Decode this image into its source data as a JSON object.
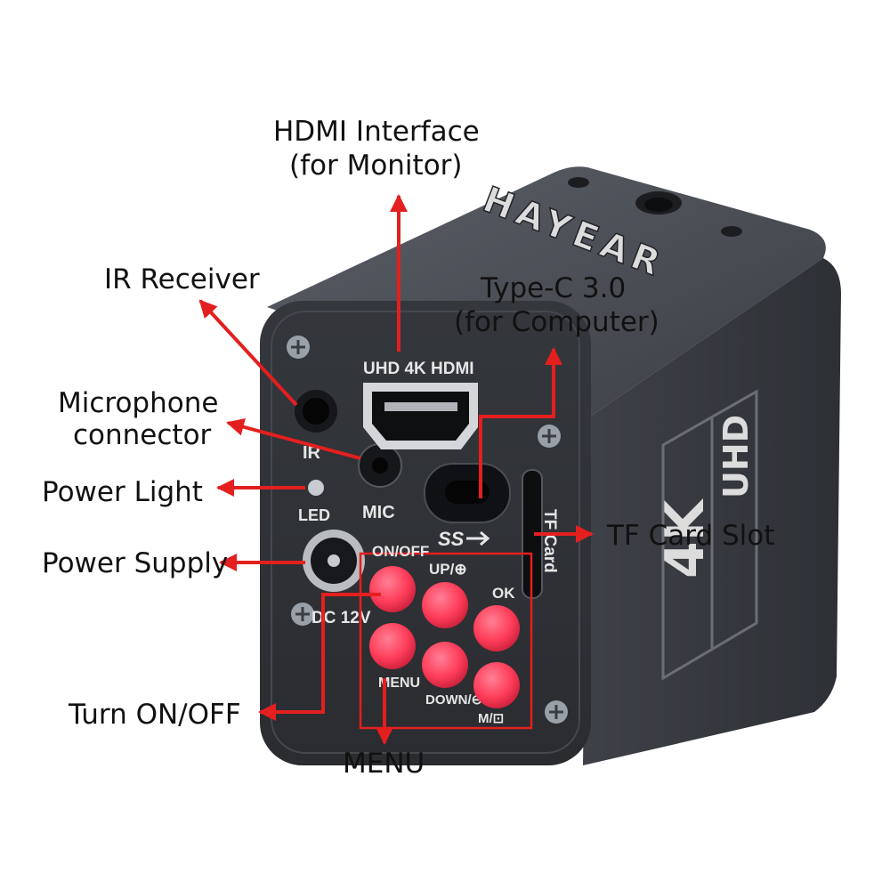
{
  "colors": {
    "arrow": "#e41f1f",
    "body_top": "#4a4e55",
    "body_side": "#3a3d43",
    "body_front": "#2e3136",
    "button": "#ff3d5a",
    "text": "#111111"
  },
  "brand": "HAYEAR",
  "badge": {
    "big": "4K",
    "small": "UHD"
  },
  "panel_labels": {
    "hdmi": "UHD 4K HDMI",
    "ir": "IR",
    "led": "LED",
    "mic": "MIC",
    "ss": "SS",
    "tf": "TF Card",
    "dc": "DC 12V",
    "on_off": "ON/OFF",
    "up": "UP/⊕",
    "ok": "OK",
    "menu": "MENU",
    "down": "DOWN/⊖",
    "mode": "M/⊡"
  },
  "callouts": {
    "hdmi": [
      "HDMI Interface",
      "(for Monitor)"
    ],
    "typec": [
      "Type-C 3.0",
      "(for Computer)"
    ],
    "ir": "IR Receiver",
    "mic": [
      "Microphone",
      "connector"
    ],
    "power_light": "Power Light",
    "power_supply": "Power Supply",
    "tf": "TF Card Slot",
    "turn": "Turn ON/OFF",
    "menu": "MENU"
  }
}
